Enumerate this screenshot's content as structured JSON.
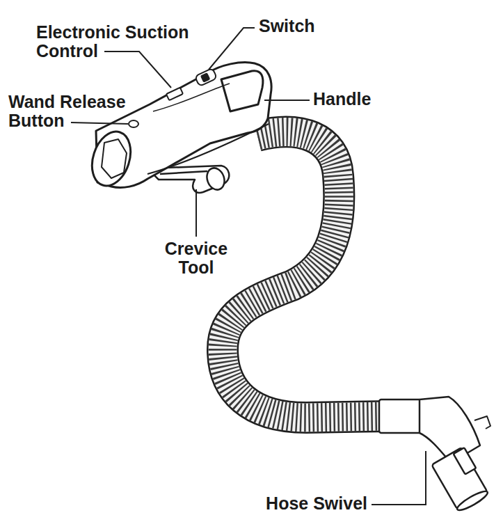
{
  "diagram": {
    "labels": [
      "Electronic Suction Control",
      "Switch",
      "Wand Release Button",
      "Handle",
      "Crevice Tool",
      "Hose Swivel"
    ]
  }
}
